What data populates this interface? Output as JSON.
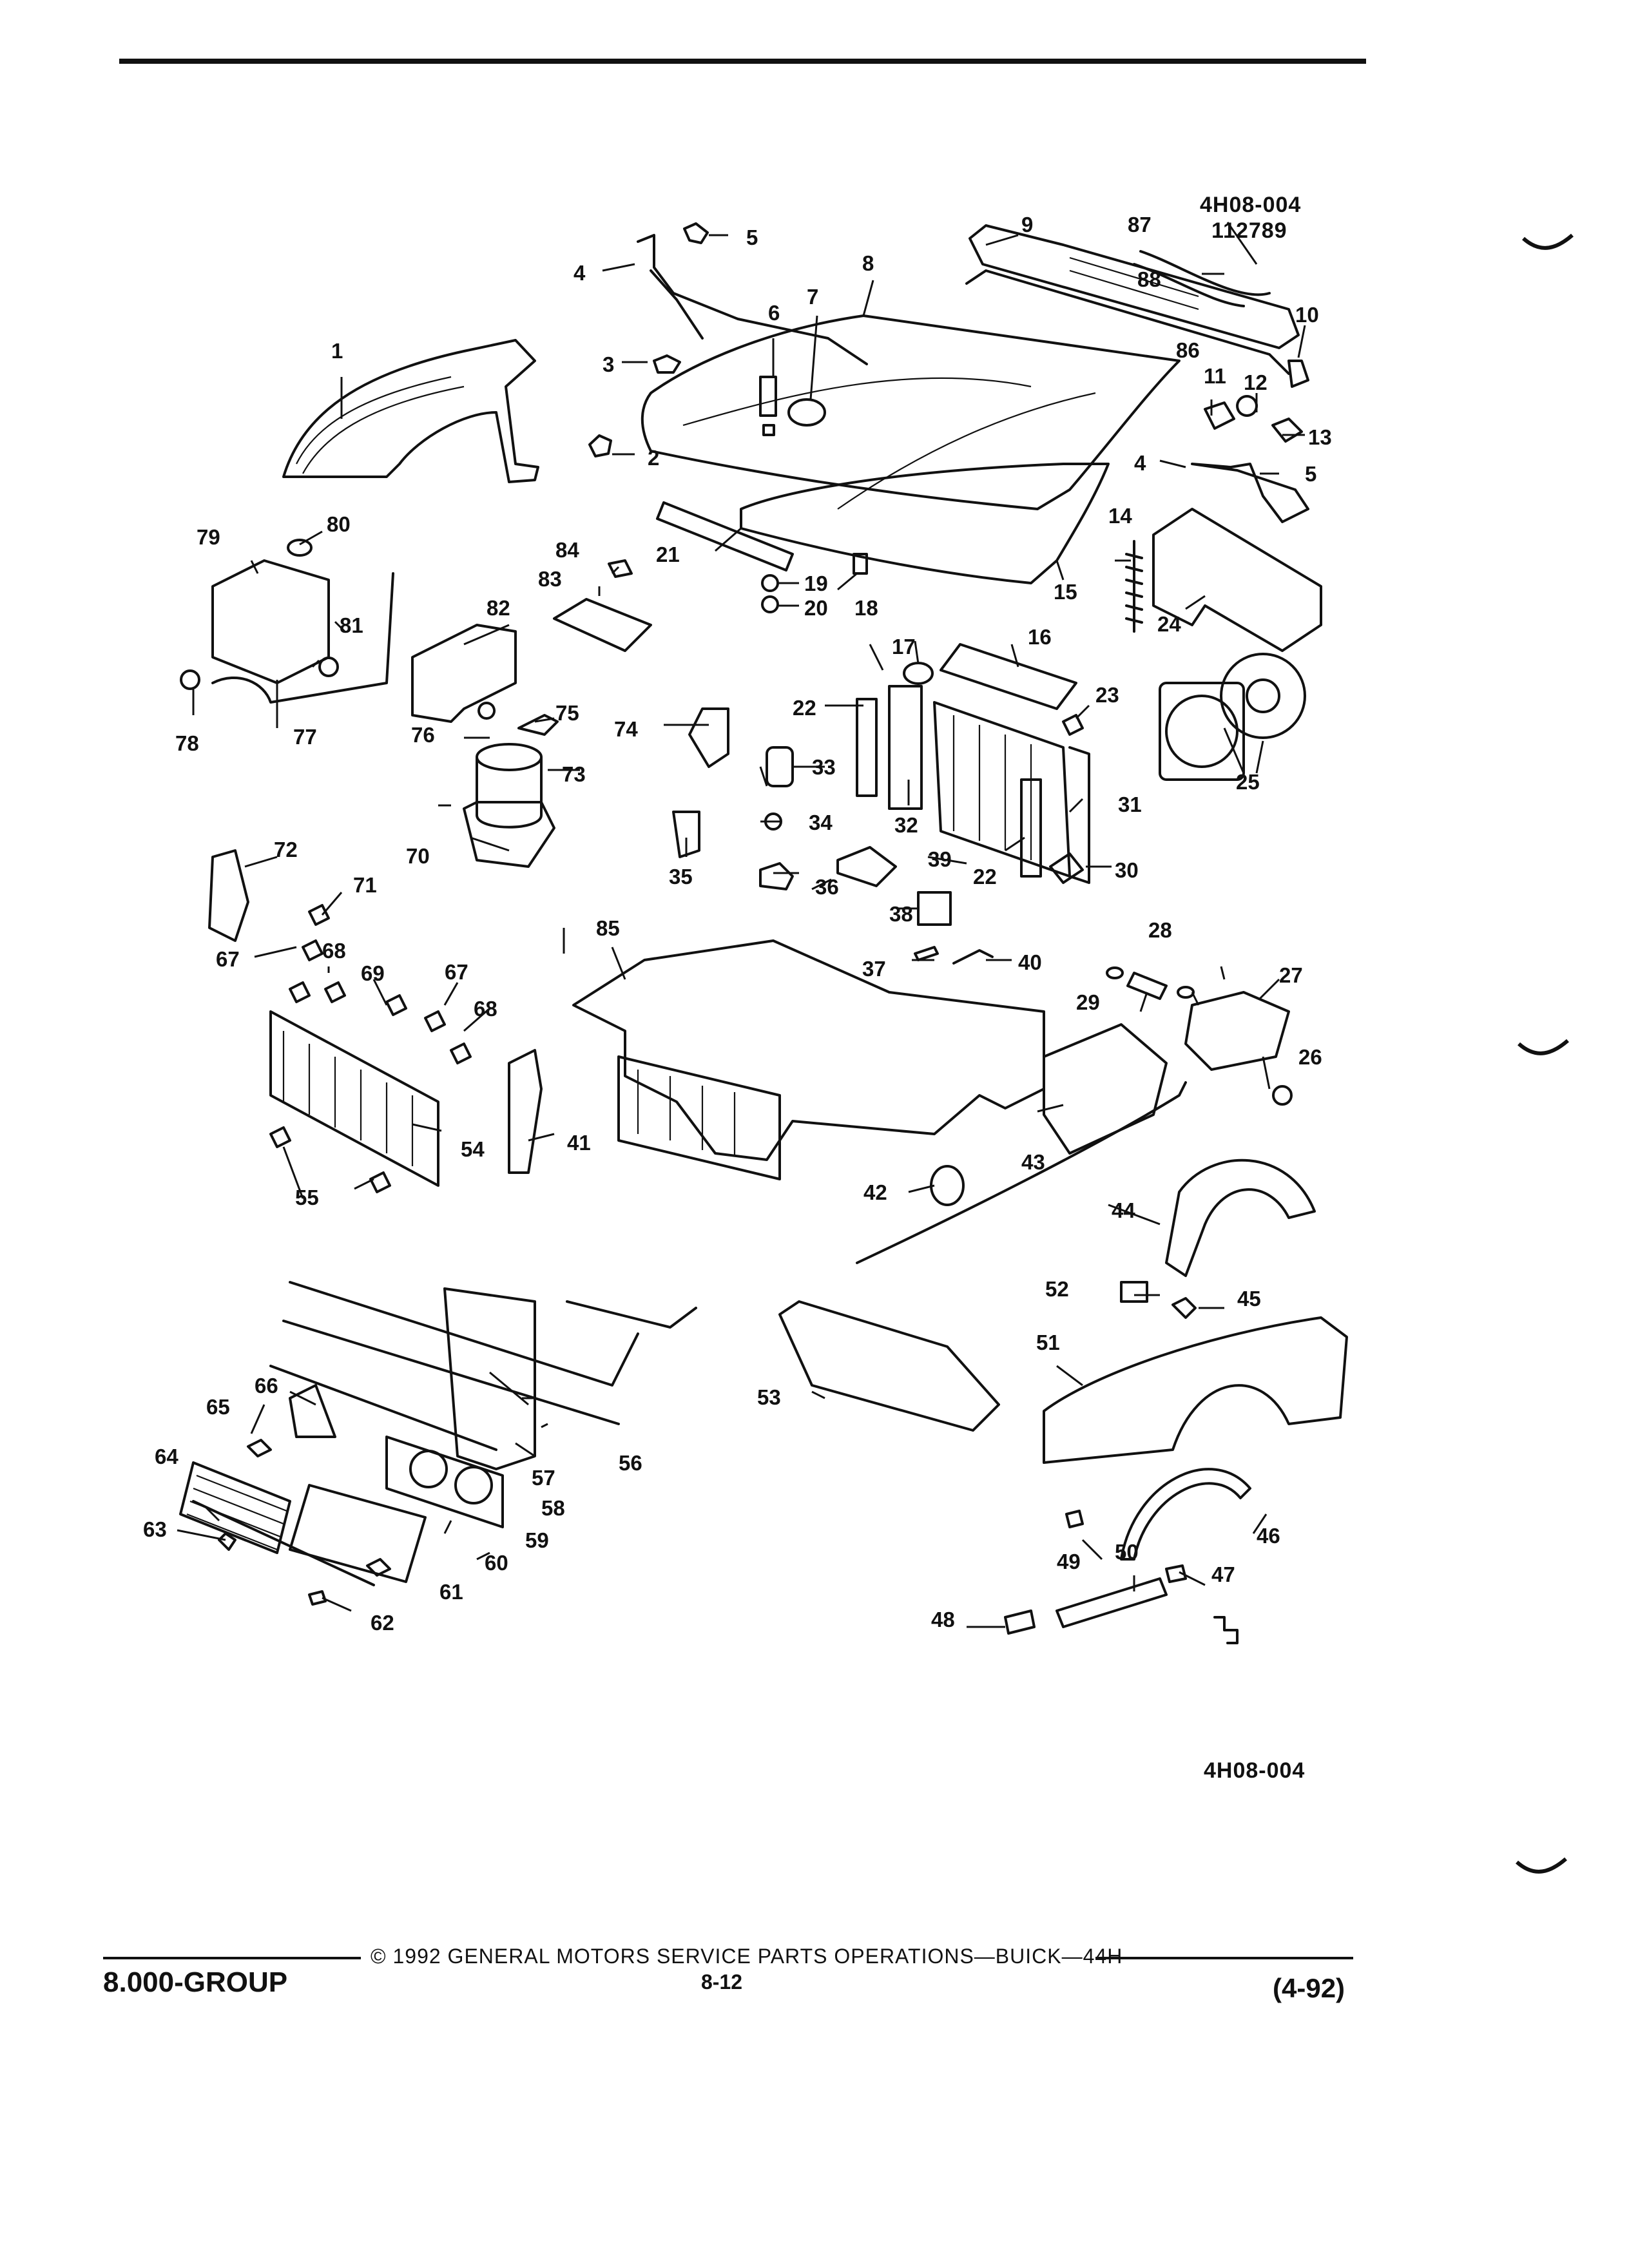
{
  "header": {
    "drawing_ref": "4H08-004",
    "drawing_date_code": "112789"
  },
  "illustration": {
    "callouts": [
      "1",
      "2",
      "3",
      "4",
      "5",
      "6",
      "7",
      "8",
      "9",
      "10",
      "11",
      "12",
      "13",
      "14",
      "15",
      "16",
      "17",
      "18",
      "19",
      "20",
      "21",
      "22",
      "23",
      "24",
      "25",
      "26",
      "27",
      "28",
      "29",
      "30",
      "31",
      "32",
      "33",
      "34",
      "35",
      "36",
      "37",
      "38",
      "39",
      "40",
      "41",
      "42",
      "43",
      "44",
      "45",
      "46",
      "47",
      "48",
      "49",
      "50",
      "51",
      "52",
      "53",
      "54",
      "55",
      "56",
      "57",
      "58",
      "59",
      "60",
      "61",
      "62",
      "63",
      "64",
      "65",
      "66",
      "67",
      "68",
      "69",
      "70",
      "71",
      "72",
      "73",
      "74",
      "75",
      "76",
      "77",
      "78",
      "79",
      "80",
      "81",
      "82",
      "83",
      "84",
      "85",
      "86",
      "87",
      "88"
    ]
  },
  "bottom_ref": "4H08-004",
  "footer": {
    "copyright": "© 1992 GENERAL MOTORS SERVICE PARTS OPERATIONS—BUICK—44H",
    "group": "8.000-GROUP",
    "page": "8-12",
    "date": "(4-92)"
  }
}
